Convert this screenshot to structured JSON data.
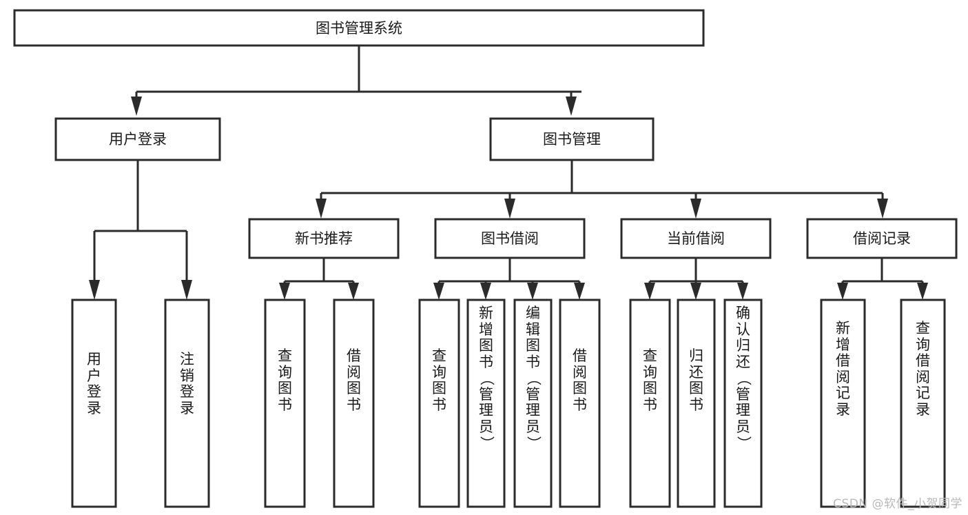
{
  "diagram": {
    "type": "tree",
    "title": "图书管理系统",
    "orientation": "top-down",
    "nodes": {
      "root": {
        "label": "图书管理系统",
        "level": 0
      },
      "user_login": {
        "label": "用户登录",
        "level": 1
      },
      "book_manage": {
        "label": "图书管理",
        "level": 1
      },
      "new_book_rec": {
        "label": "新书推荐",
        "level": 2
      },
      "book_borrow": {
        "label": "图书借阅",
        "level": 2
      },
      "current_borrow": {
        "label": "当前借阅",
        "level": 2
      },
      "borrow_record": {
        "label": "借阅记录",
        "level": 2
      }
    },
    "leaves": [
      {
        "id": "leaf-user-login",
        "label": "用户登录",
        "parent": "用户登录"
      },
      {
        "id": "leaf-logout",
        "label": "注销登录",
        "parent": "用户登录"
      },
      {
        "id": "leaf-query-book-1",
        "label": "查询图书",
        "parent": "新书推荐"
      },
      {
        "id": "leaf-borrow-book-1",
        "label": "借阅图书",
        "parent": "新书推荐"
      },
      {
        "id": "leaf-query-book-2",
        "label": "查询图书",
        "parent": "图书借阅"
      },
      {
        "id": "leaf-add-book",
        "label": "新增图书（管理员）",
        "parent": "图书借阅"
      },
      {
        "id": "leaf-edit-book",
        "label": "编辑图书（管理员）",
        "parent": "图书借阅"
      },
      {
        "id": "leaf-borrow-book-2",
        "label": "借阅图书",
        "parent": "图书借阅"
      },
      {
        "id": "leaf-query-book-3",
        "label": "查询图书",
        "parent": "当前借阅"
      },
      {
        "id": "leaf-return-book",
        "label": "归还图书",
        "parent": "当前借阅"
      },
      {
        "id": "leaf-confirm-return",
        "label": "确认归还（管理员）",
        "parent": "当前借阅"
      },
      {
        "id": "leaf-add-record",
        "label": "新增借阅记录",
        "parent": "借阅记录"
      },
      {
        "id": "leaf-query-record",
        "label": "查询借阅记录",
        "parent": "借阅记录"
      }
    ],
    "colors": {
      "box_stroke": "#2b2b2b",
      "box_fill": "#ffffff",
      "text": "#1a1a1a",
      "background": "#ffffff",
      "watermark": "#b9b9b9"
    }
  },
  "watermark": {
    "text": "CSDN @软件_小贺同学"
  }
}
